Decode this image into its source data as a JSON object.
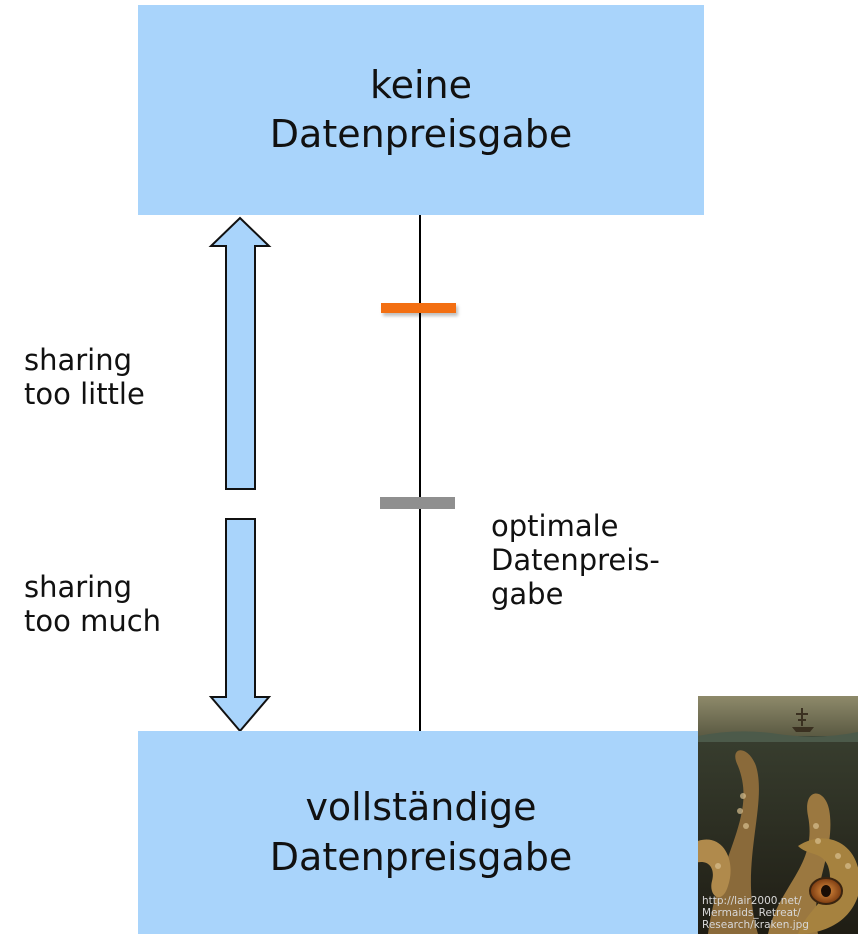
{
  "top_box": {
    "line1": "keine",
    "line2": "Datenpreisgabe"
  },
  "bottom_box": {
    "line1": "vollständige",
    "line2": "Datenpreisgabe"
  },
  "labels": {
    "sharing_too_little": {
      "line1": "sharing",
      "line2": "too little"
    },
    "sharing_too_much": {
      "line1": "sharing",
      "line2": "too much"
    },
    "optimal": {
      "line1": "optimale",
      "line2": "Datenpreis-",
      "line3": "gabe"
    }
  },
  "image": {
    "subject": "kraken painting",
    "credit": {
      "line1": "http://lair2000.net/",
      "line2": "Mermaids_Retreat/",
      "line3": "Research/kraken.jpg"
    }
  },
  "colors": {
    "box_fill": "#a9d4fb",
    "arrow_fill": "#a9d4fb",
    "current_marker": "#f36f12",
    "optimal_marker": "#8f8f8f",
    "axis": "#000000"
  }
}
